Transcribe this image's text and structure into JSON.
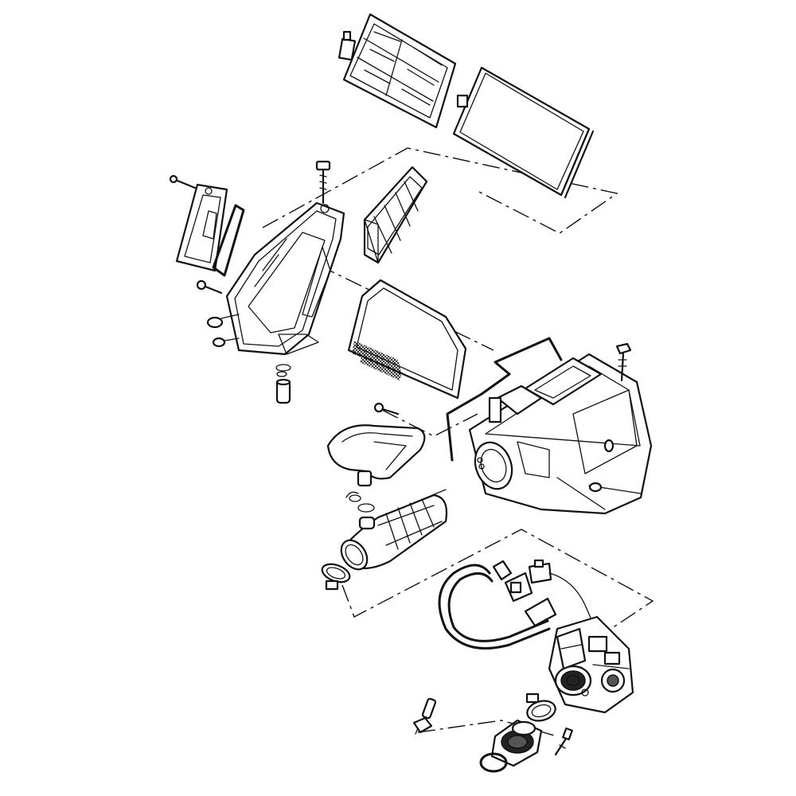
{
  "diagram": {
    "style": "exploded-view line drawing",
    "colors": {
      "line": "#111111",
      "background": "#ffffff"
    },
    "parts": [
      "filter-frame",
      "filter-element",
      "side-cover",
      "cover-gasket",
      "housing-cover",
      "foam-filter",
      "filter-panel",
      "airbox",
      "intake-duct",
      "intake-boot",
      "hose-clamp",
      "throttle-body",
      "fuel-hose",
      "connector",
      "insulator",
      "o-ring",
      "drain-plug",
      "bolt"
    ]
  }
}
